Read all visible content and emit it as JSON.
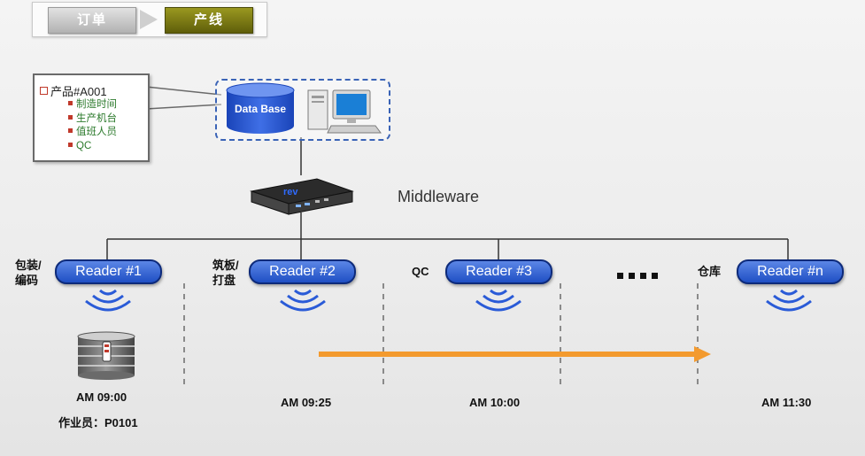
{
  "header": {
    "tab_order": "订单",
    "tab_production_line": "产线"
  },
  "product": {
    "title": "产品#A001",
    "fields": [
      "制造时间",
      "生产机台",
      "值班人员",
      "QC"
    ]
  },
  "database": {
    "label": "Data Base"
  },
  "middleware": {
    "label": "Middleware"
  },
  "readers": [
    {
      "label": "Reader #1",
      "stage": "包装/\n编码",
      "time": "AM 09:00"
    },
    {
      "label": "Reader #2",
      "stage": "筑板/\n打盘",
      "time": "AM 09:25"
    },
    {
      "label": "Reader #3",
      "stage": "QC",
      "time": "AM 10:00"
    },
    {
      "label": "Reader #n",
      "stage": "仓库",
      "time": "AM 11:30"
    }
  ],
  "operator": {
    "label": "作业员：P0101"
  },
  "colors": {
    "reader_fill": "#2a5bd7",
    "flow_arrow": "#f39a2e",
    "db_dashed_border": "#3a63b6",
    "tab_active": "#7a7914",
    "product_text": "#2c7a2c",
    "bullet": "#c0392b"
  },
  "icons": {
    "database": "database-cylinder-icon",
    "computer": "desktop-computer-icon",
    "middleware": "middleware-server-icon",
    "signal": "rfid-signal-icon",
    "tag": "rfid-tag-icon",
    "pallet": "product-stack-icon"
  }
}
